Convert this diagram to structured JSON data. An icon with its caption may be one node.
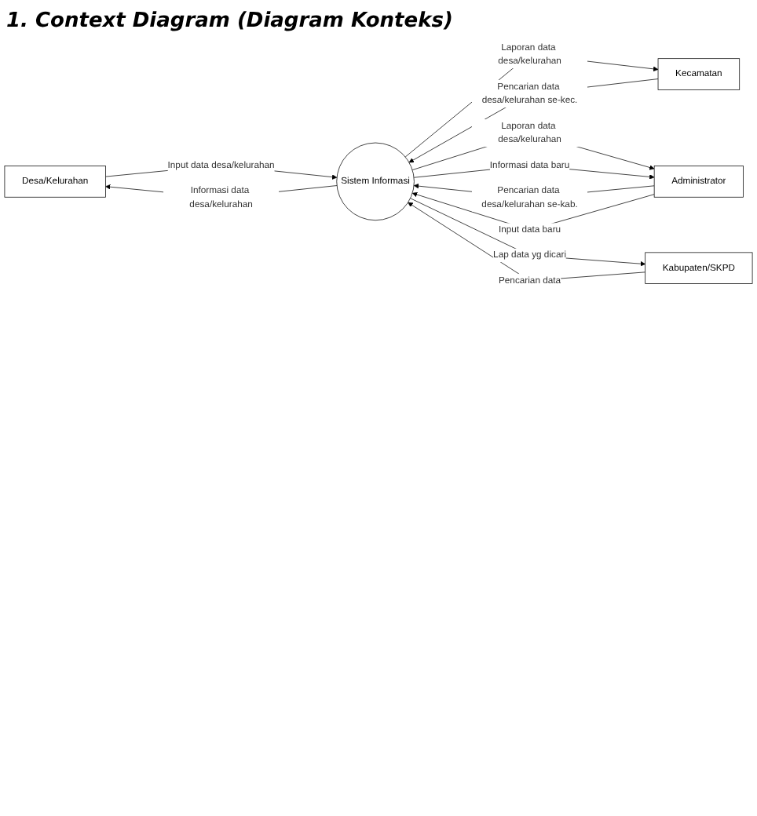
{
  "diagram": {
    "title": "1. Context Diagram (Diagram Konteks)",
    "nodes": [
      {
        "text": [
          "Desa/Kelurahan"
        ]
      },
      {
        "text": [
          "Kecamatan"
        ]
      },
      {
        "text": [
          "Sistem Informasi"
        ]
      },
      {
        "text": [
          "Administrator"
        ]
      },
      {
        "text": [
          "Kabupaten/SKPD"
        ]
      }
    ],
    "edges": [
      {
        "from": 0,
        "to": 2,
        "arrow": "to",
        "label": "Input data desa/kelurahan"
      },
      {
        "from": 2,
        "to": 0,
        "arrow": "to",
        "label": "Informasi data desa/kelurahan"
      },
      {
        "from": 1,
        "to": 2,
        "arrow": "to",
        "label": "Pencarian data desa/kelurahan se-kec."
      },
      {
        "from": 2,
        "to": 1,
        "arrow": "to",
        "label": "Laporan data desa/kelurahan"
      },
      {
        "from": 3,
        "to": 2,
        "arrow": "to",
        "label": "Pencarian data desa/kelurahan se-kab."
      },
      {
        "from": 2,
        "to": 3,
        "arrow": "to",
        "label": "Laporan data desa/kelurahan"
      },
      {
        "from": 4,
        "to": 2,
        "arrow": "to",
        "label": "Pencarian data"
      },
      {
        "from": 2,
        "to": 4,
        "arrow": "to",
        "label": "Lap data yg dicari"
      },
      {
        "from": 3,
        "to": 2,
        "arrow": "to",
        "label": "Input data baru"
      },
      {
        "from": 2,
        "to": 3,
        "arrow": "to",
        "label": "Informasi data baru"
      }
    ]
  }
}
